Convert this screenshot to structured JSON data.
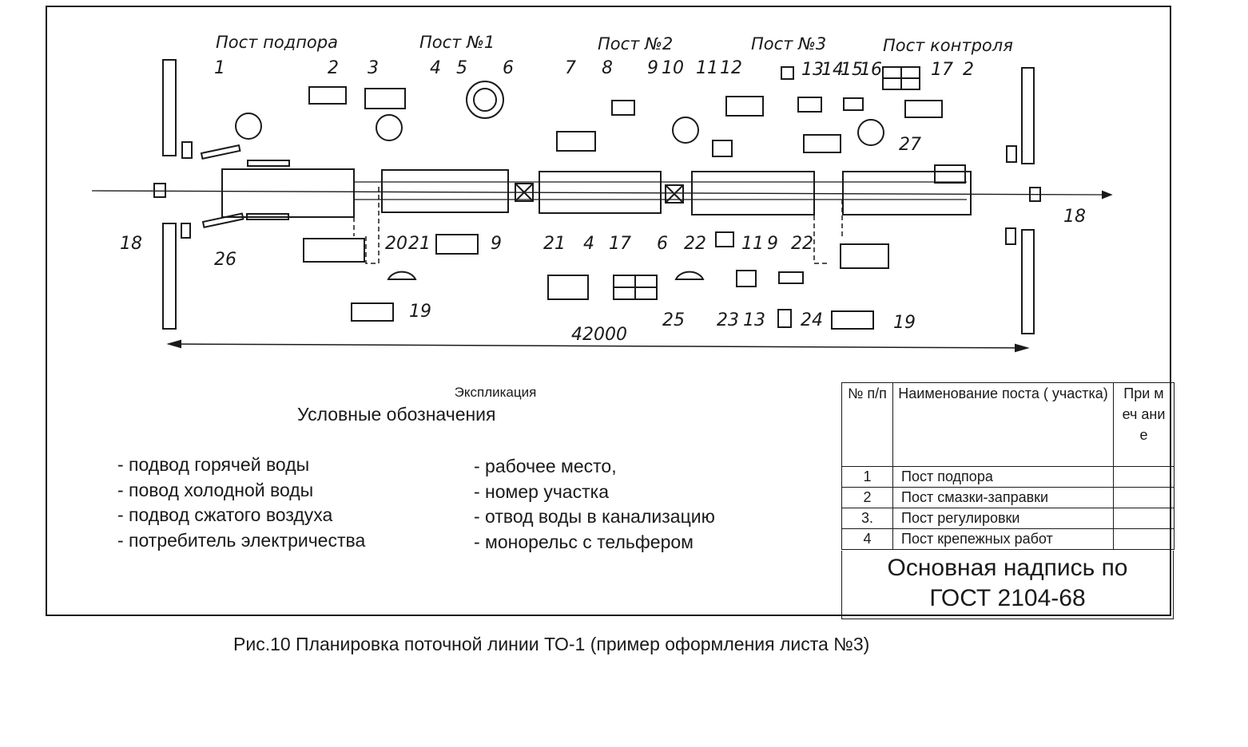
{
  "diagram": {
    "posts": [
      "Пост подпора",
      "Пост №1",
      "Пост №2",
      "Пост №3",
      "Пост контроля"
    ],
    "length_dim": "42000",
    "callouts": [
      "1",
      "2",
      "3",
      "4",
      "5",
      "6",
      "7",
      "8",
      "9",
      "10",
      "11",
      "12",
      "13",
      "14",
      "15",
      "16",
      "17",
      "2",
      "27",
      "18",
      "26",
      "20",
      "21",
      "9",
      "21",
      "4",
      "17",
      "6",
      "25",
      "22",
      "11",
      "9",
      "22",
      "23",
      "13",
      "24",
      "19",
      "19",
      "18"
    ]
  },
  "explication": {
    "title": "Экспликация",
    "legend_title": "Условные обозначения",
    "left_items": [
      "-  подвод горячей воды",
      "- повод холодной воды",
      "- подвод сжатого воздуха",
      "- потребитель электричества"
    ],
    "right_items": [
      "- рабочее место,",
      "- номер участка",
      "- отвод воды в канализацию",
      "- монорельс с тельфером"
    ]
  },
  "table": {
    "headers": {
      "num": "№ п/п",
      "name": "Наименование поста ( участка)",
      "note": "При меч ани е"
    },
    "rows": [
      {
        "num": "1",
        "name": "Пост подпора",
        "note": ""
      },
      {
        "num": "2",
        "name": "Пост смазки-заправки",
        "note": ""
      },
      {
        "num": "3.",
        "name": "Пост  регулировки",
        "note": ""
      },
      {
        "num": "4",
        "name": "Пост крепежных работ",
        "note": ""
      }
    ],
    "stamp_line1": "Основная надпись по",
    "stamp_line2": "ГОСТ 2104-68"
  },
  "caption": "Рис.10 Планировка поточной линии ТО-1 (пример оформления листа №3)"
}
